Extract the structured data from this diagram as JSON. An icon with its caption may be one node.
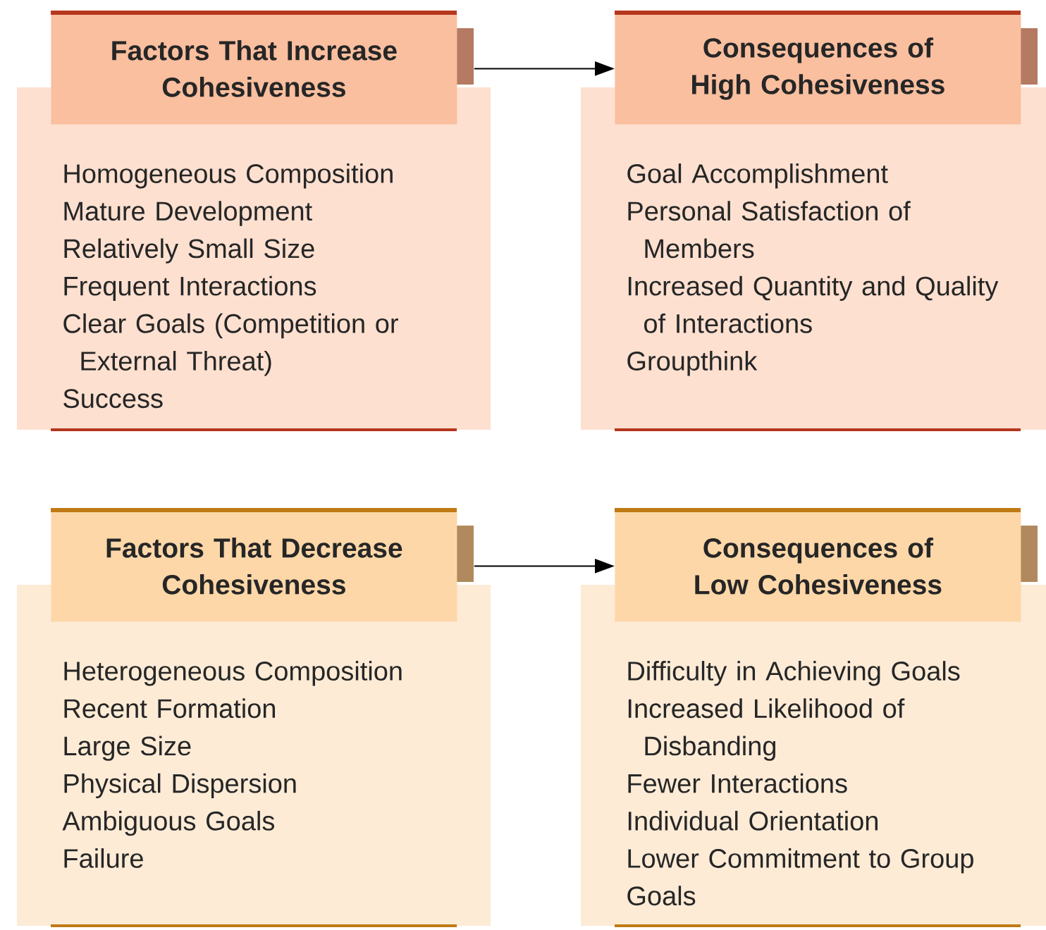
{
  "diagram": {
    "nodes": [
      {
        "text": [
          "Factors That Increase Cohesiveness",
          "Homogeneous Composition",
          "Mature Development",
          "Relatively Small Size",
          "Frequent Interactions",
          "Clear Goals (Competition or External Threat)",
          "Success"
        ]
      },
      {
        "text": [
          "Consequences of High Cohesiveness",
          "Goal Accomplishment",
          "Personal Satisfaction of Members",
          "Increased Quantity and Quality of Interactions",
          "Groupthink"
        ]
      },
      {
        "text": [
          "Factors That Decrease Cohesiveness",
          "Heterogeneous Composition",
          "Recent Formation",
          "Large Size",
          "Physical Dispersion",
          "Ambiguous Goals",
          "Failure"
        ]
      },
      {
        "text": [
          "Consequences of Low Cohesiveness",
          "Difficulty in Achieving Goals",
          "Increased Likelihood of Disbanding",
          "Fewer Interactions",
          "Individual Orientation",
          "Lower Commitment to Group Goals"
        ]
      }
    ],
    "edges": [
      {
        "from": 0,
        "to": 1,
        "arrow": "to"
      },
      {
        "from": 2,
        "to": 3,
        "arrow": "to"
      }
    ]
  }
}
